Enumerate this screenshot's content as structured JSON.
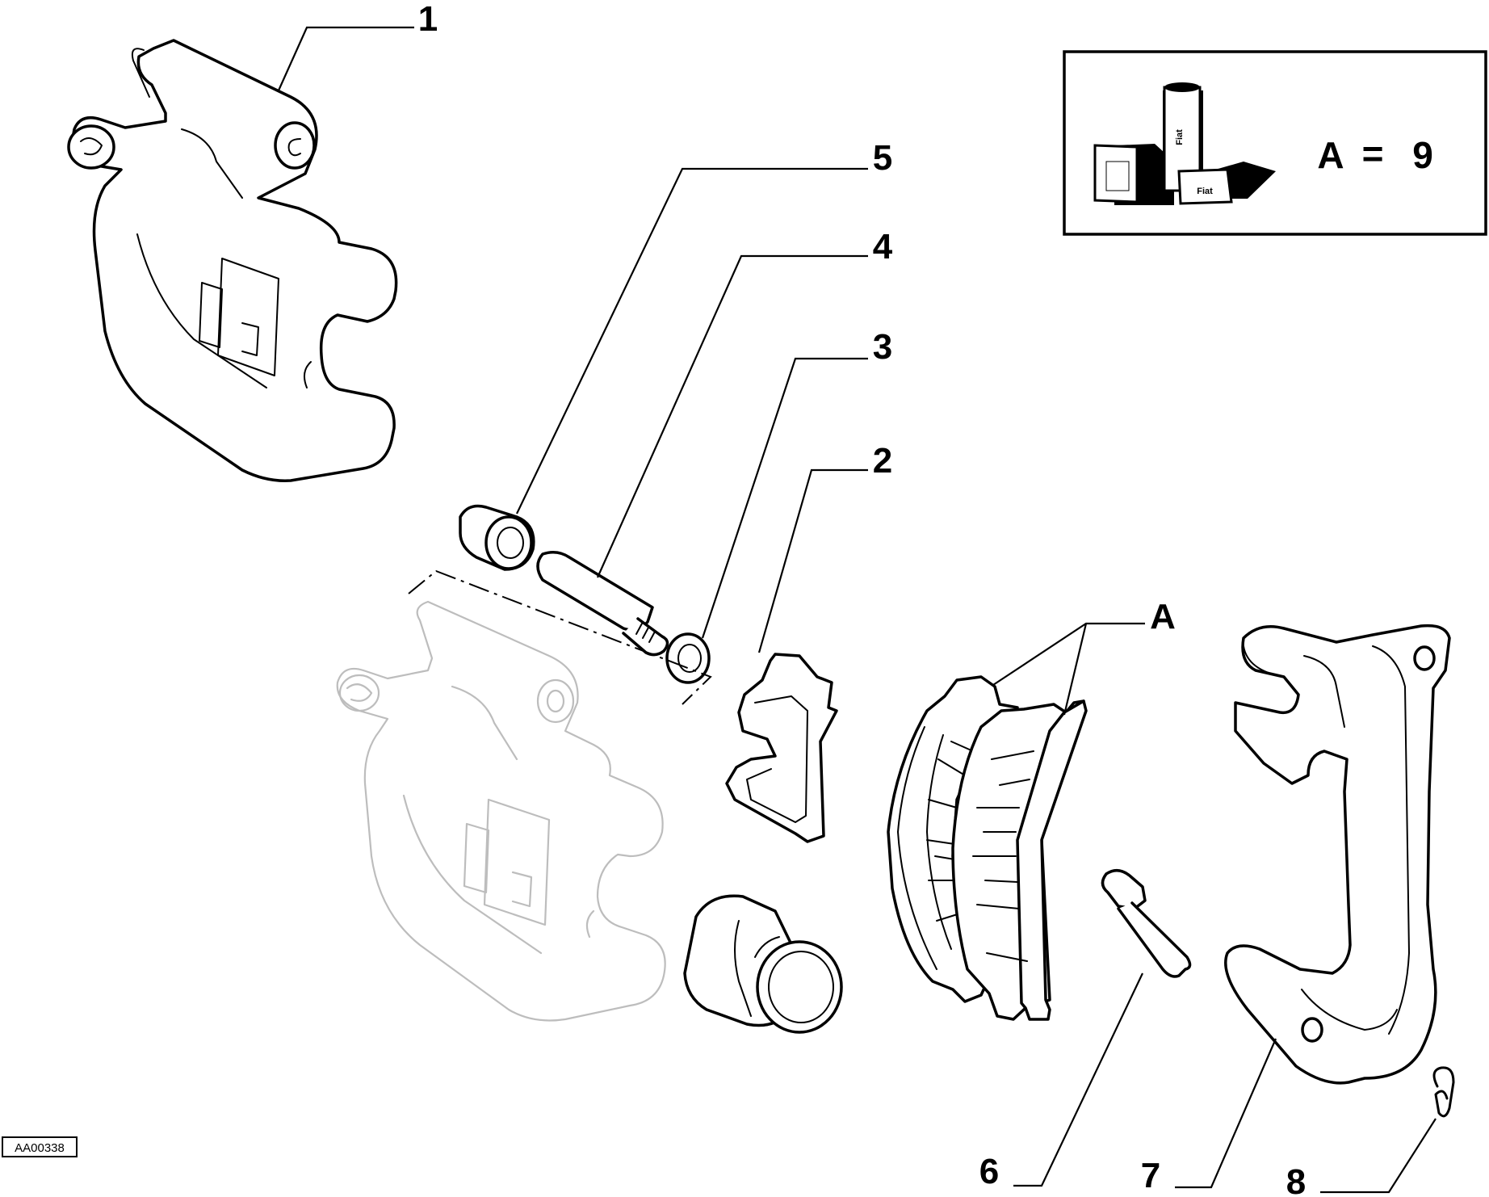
{
  "diagram_code": "AA00338",
  "kit_box": {
    "label": "A",
    "equals": "=",
    "quantity": "9",
    "tube_brand": "Fiat"
  },
  "callouts": [
    {
      "id": "1",
      "label": "1"
    },
    {
      "id": "2",
      "label": "2"
    },
    {
      "id": "3",
      "label": "3"
    },
    {
      "id": "4",
      "label": "4"
    },
    {
      "id": "5",
      "label": "5"
    },
    {
      "id": "6",
      "label": "6"
    },
    {
      "id": "7",
      "label": "7"
    },
    {
      "id": "8",
      "label": "8"
    },
    {
      "id": "A",
      "label": "A"
    }
  ]
}
